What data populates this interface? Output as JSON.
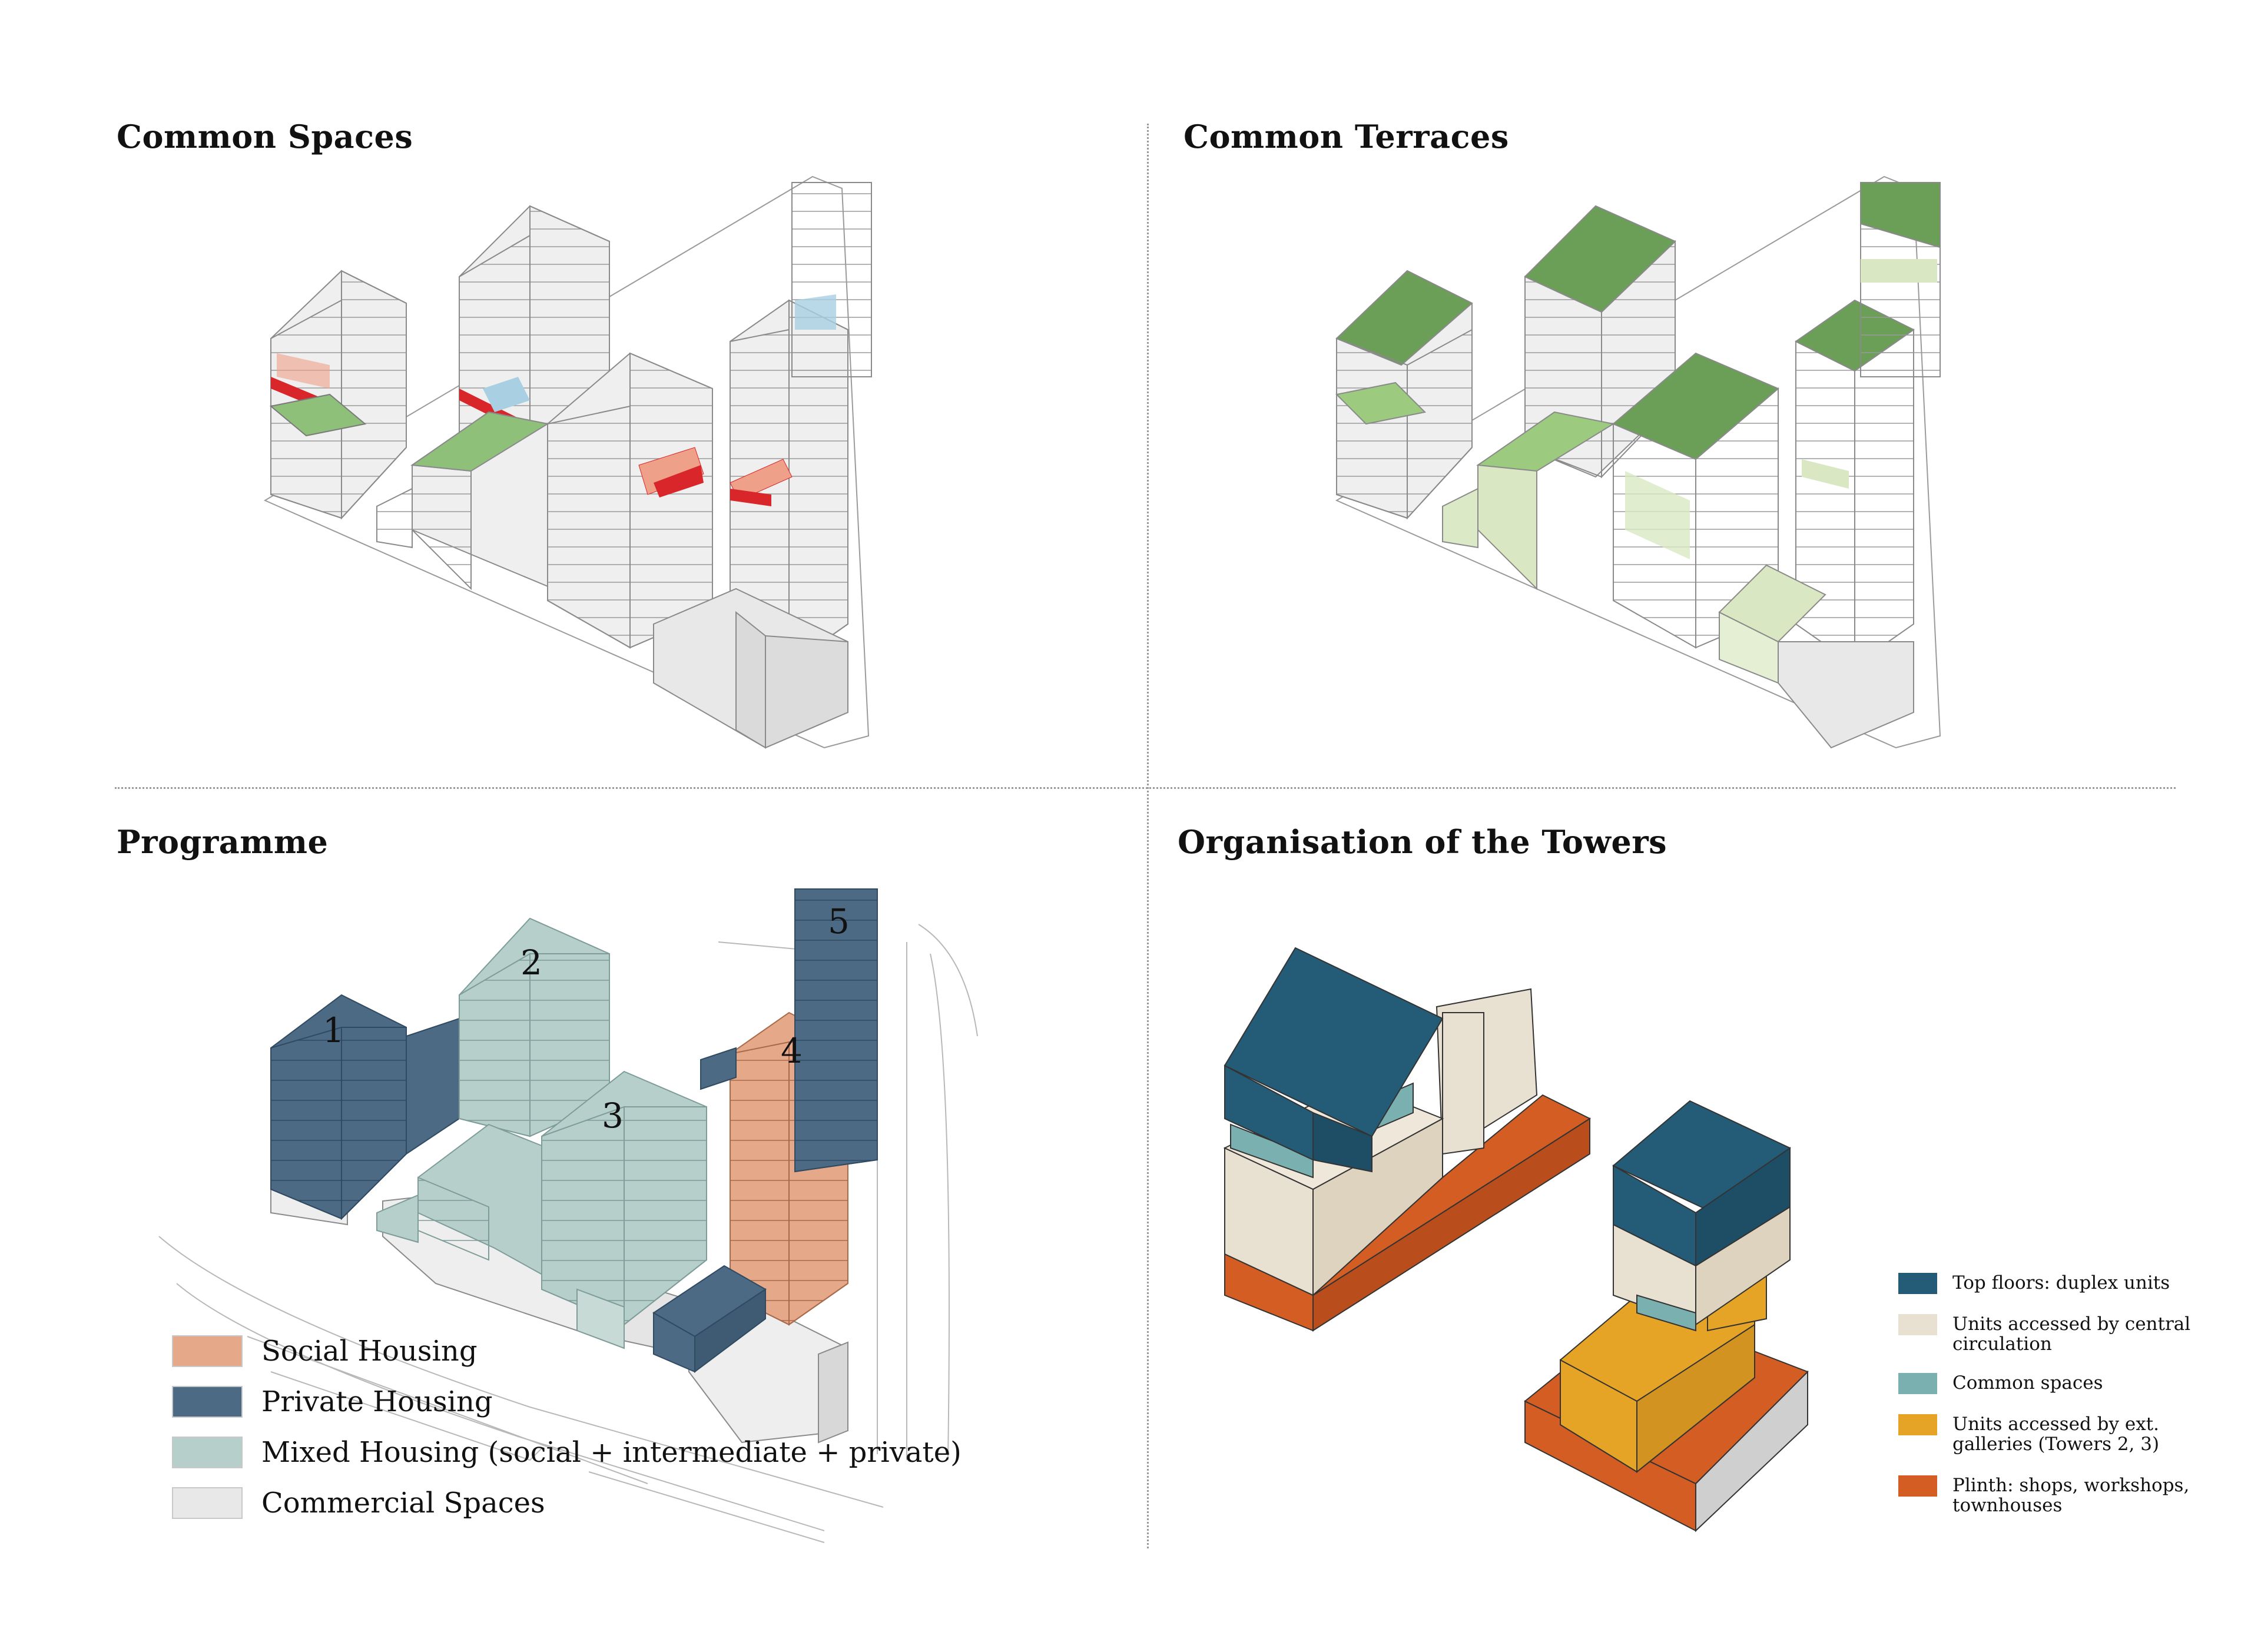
{
  "panels": {
    "common_spaces": {
      "title": "Common Spaces"
    },
    "common_terraces": {
      "title": "Common Terraces"
    },
    "programme": {
      "title": "Programme"
    },
    "organisation": {
      "title": "Organisation of the Towers"
    }
  },
  "tower_labels": [
    "1",
    "2",
    "3",
    "4",
    "5"
  ],
  "programme_legend": [
    {
      "label": "Social Housing",
      "color": "#e5a888"
    },
    {
      "label": "Private Housing",
      "color": "#4d6a85"
    },
    {
      "label": "Mixed Housing (social + intermediate + private)",
      "color": "#b6cfcb"
    },
    {
      "label": "Commercial Spaces",
      "color": "#e8e8e8"
    }
  ],
  "organisation_legend": [
    {
      "label": "Top floors: duplex units",
      "color": "#245c78"
    },
    {
      "label": "Units accessed by central circulation",
      "color": "#e8e0d0"
    },
    {
      "label": "Common spaces",
      "color": "#7ab0b0"
    },
    {
      "label": "Units accessed by ext. galleries (Towers 2, 3)",
      "color": "#e5a426"
    },
    {
      "label": "Plinth: shops, workshops, townhouses",
      "color": "#d45d24"
    }
  ],
  "colors": {
    "common_space_red": "#d9262a",
    "common_space_salmon": "#eea088",
    "common_space_blue": "#a8cfe2",
    "terrace_green": "#6b9e57",
    "terrace_light_green": "#c5dea2",
    "building_grey": "#e6e6e6"
  }
}
